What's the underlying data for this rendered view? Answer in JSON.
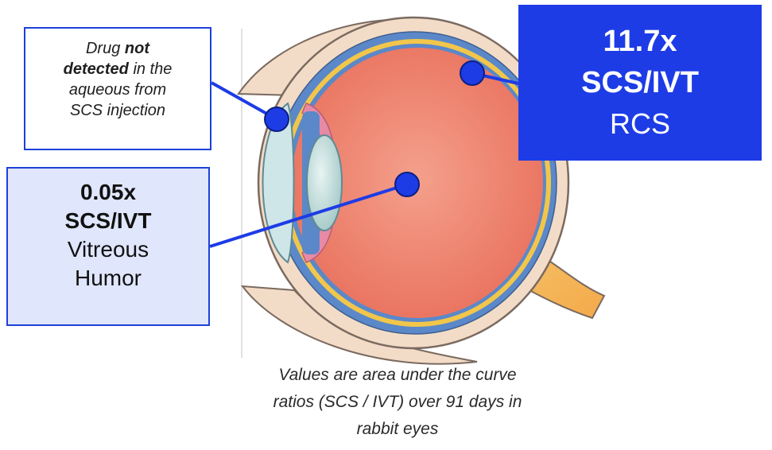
{
  "callouts": {
    "aqueous": {
      "line1": "Drug",
      "line1_bold": "not",
      "line2_bold": "detected",
      "line2": "in the",
      "line3": "aqueous from",
      "line4": "SCS injection"
    },
    "vitreous": {
      "ratio": "0.05x",
      "label_bold": "SCS/IVT",
      "label_line1": "Vitreous",
      "label_line2": "Humor"
    },
    "rcs": {
      "ratio": "11.7x",
      "label_bold": "SCS/IVT",
      "label": "RCS"
    }
  },
  "caption": {
    "line1": "Values are area under the curve",
    "line2": "ratios (SCS / IVT) over 91 days in",
    "line3": "rabbit eyes"
  },
  "colors": {
    "accent_blue": "#1d3ce6",
    "light_blue_fill": "#e0e6fb",
    "vitreous_red": "#ef8a76",
    "sclera": "#f3dcc7"
  },
  "icons": [
    "eye-anatomy-illustration",
    "pointer-dot"
  ]
}
